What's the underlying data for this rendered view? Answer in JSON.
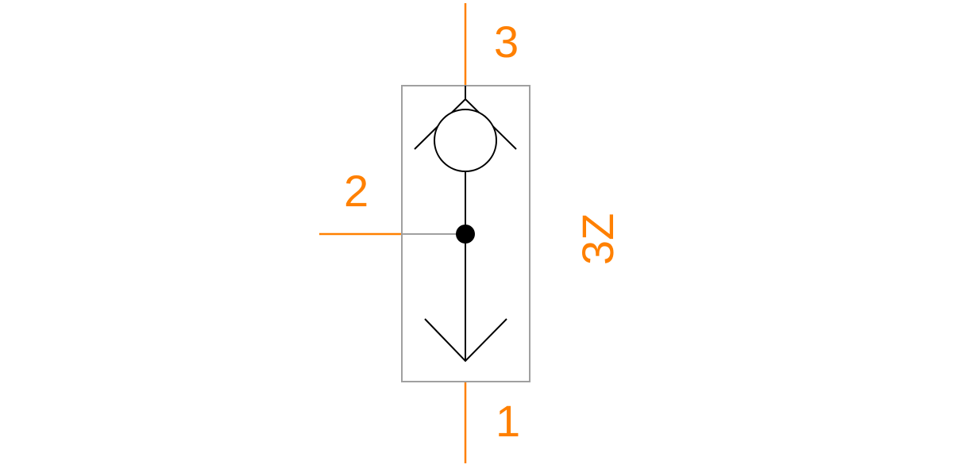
{
  "colors": {
    "connection": "#ff8000",
    "symbol": "#000000",
    "housing": "#a0a0a0",
    "background": "#ffffff"
  },
  "ports": {
    "top_label": "3",
    "left_label": "2",
    "bottom_label": "1"
  },
  "component": {
    "designation": "3Z"
  }
}
